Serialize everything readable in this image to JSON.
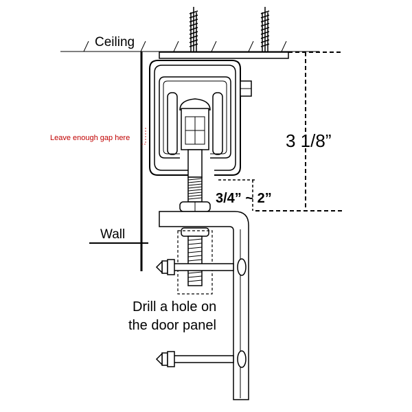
{
  "labels": {
    "ceiling": "Ceiling",
    "wall": "Wall",
    "gap_note": "Leave enough gap here",
    "total_height": "3 1/8”",
    "gap_range": "3/4” ~ 2”",
    "drill_line1": "Drill a hole on",
    "drill_line2": "the door panel"
  },
  "colors": {
    "line": "#000000",
    "note": "#c00000"
  }
}
